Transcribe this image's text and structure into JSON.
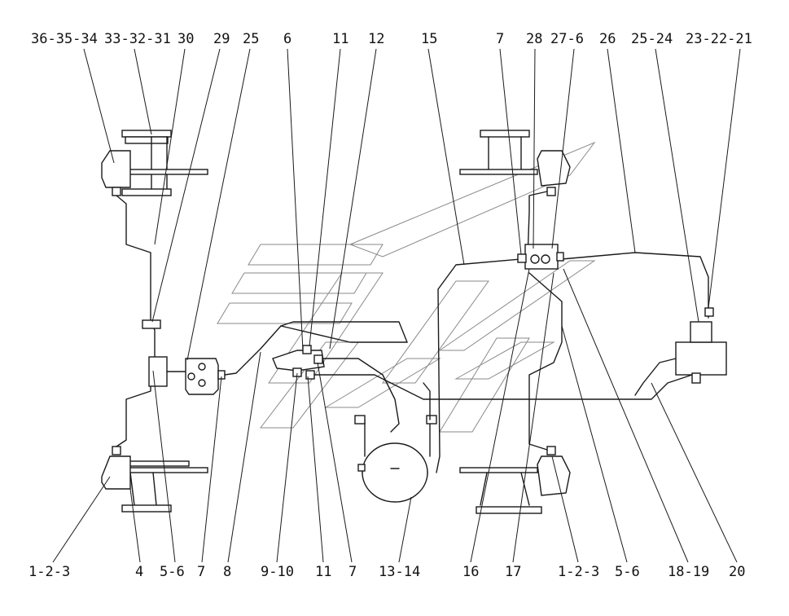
{
  "callouts_top": [
    "36-35-34",
    "33-32-31",
    "30",
    "29",
    "25",
    "6",
    "11",
    "12",
    "15",
    "7",
    "28",
    "27-6",
    "26",
    "25-24",
    "23-22-21"
  ],
  "callouts_bottom": [
    "1-2-3",
    "4",
    "5-6",
    "7",
    "8",
    "9-10",
    "11",
    "7",
    "13-14",
    "16",
    "17",
    "1-2-3",
    "5-6",
    "18-19",
    "20"
  ]
}
